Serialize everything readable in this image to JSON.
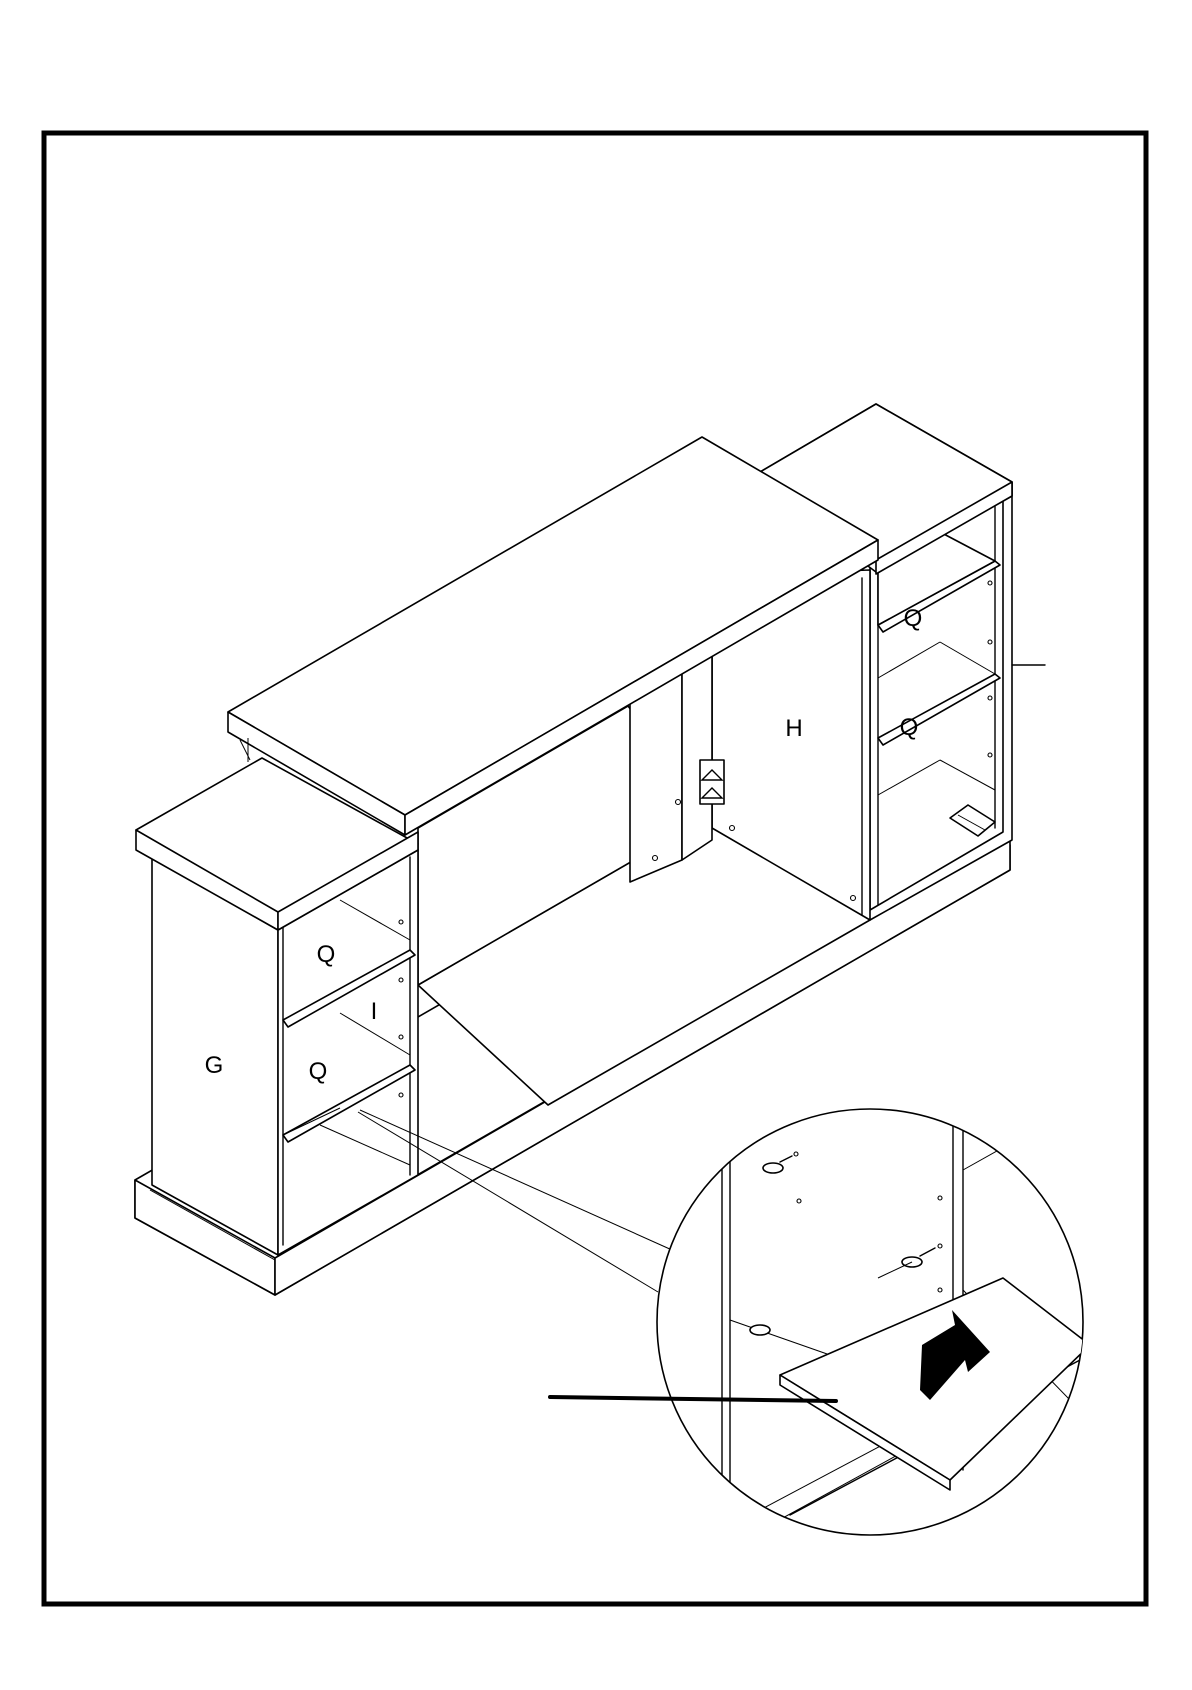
{
  "labels": {
    "top_shelf_right": "Q",
    "mid_shelf_right": "Q",
    "center_divider": "H",
    "side_panel_left": "G",
    "top_shelf_left": "Q",
    "inner_divider": "I",
    "mid_shelf_left": "Q"
  },
  "icons": {
    "insert_arrow": "arrow-icon"
  }
}
